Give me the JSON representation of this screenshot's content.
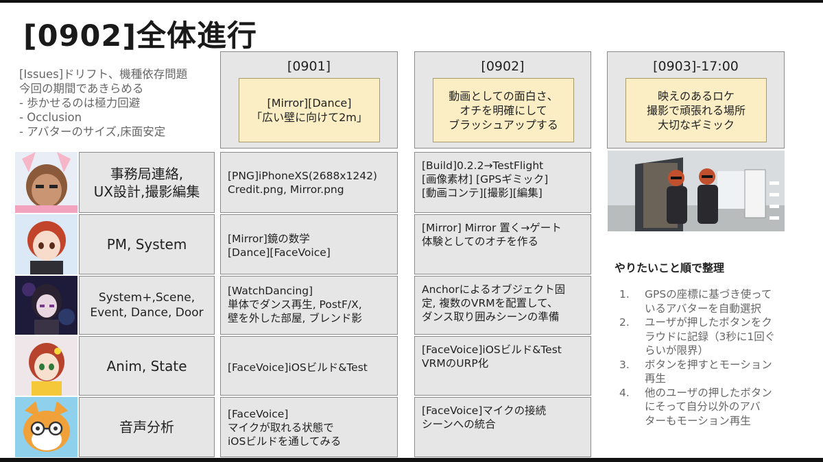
{
  "title": "[0902]全体進行",
  "issues": [
    "[Issues]ドリフト、機種依存問題",
    "今回の期間であきらめる",
    "- 歩かせるのは極力回避",
    "- Occlusion",
    "- アバターのサイズ,床面安定"
  ],
  "columns": [
    {
      "head": "[0901]",
      "note": [
        "[Mirror][Dance]",
        "「広い壁に向けて2m」"
      ]
    },
    {
      "head": "[0902]",
      "note": [
        "動画としての面白さ、",
        "オチを明確にして",
        "ブラッシュアップする"
      ]
    },
    {
      "head": "[0903]-17:00",
      "note": [
        "映えのあるロケ",
        "撮影で頑張れる場所",
        "大切なギミック"
      ]
    }
  ],
  "rows": [
    {
      "role": [
        "事務局連絡,",
        "UX設計,撮影編集"
      ],
      "c1": [
        "[PNG]iPhoneXS(2688x1242)",
        "Credit.png, Mirror.png"
      ],
      "c2": [
        "[Build]0.2.2→TestFlight",
        "[画像素材] [GPSギミック]",
        "[動画コンテ][撮影][編集]"
      ]
    },
    {
      "role": [
        "PM, System"
      ],
      "c1": [
        "[Mirror]鏡の数学",
        "[Dance][FaceVoice]"
      ],
      "c2": [
        "[Mirror] Mirror 置く→ゲート",
        "体験としてのオチを作る"
      ]
    },
    {
      "role": [
        "System+,Scene,",
        "Event, Dance, Door"
      ],
      "c1": [
        "[WatchDancing]",
        "単体でダンス再生, PostF/X,",
        "壁を外した部屋, ブレンド影"
      ],
      "c2": [
        "Anchorによるオブジェクト固",
        "定, 複数のVRMを配置して、",
        "ダンス取り囲みシーンの準備"
      ]
    },
    {
      "role": [
        "Anim, State"
      ],
      "c1": [
        "[FaceVoice]iOSビルド&Test"
      ],
      "c2": [
        "[FaceVoice]iOSビルド&Test",
        "VRMのURP化"
      ]
    },
    {
      "role": [
        "音声分析"
      ],
      "c1": [
        "[FaceVoice]",
        "マイクが取れる状態で",
        "iOSビルドを通してみる"
      ],
      "c2": [
        "[FaceVoice]マイクの接続",
        "シーンへの統合"
      ]
    }
  ],
  "priority": {
    "title": "やりたいこと順で整理",
    "items": [
      {
        "num": "1.",
        "lines": [
          "GPSの座標に基づき使って",
          "いるアバターを自動選択"
        ]
      },
      {
        "num": "2.",
        "lines": [
          "ユーザが押したボタンをク",
          "ラウドに記録（3秒に1回ぐ",
          "らいが限界）"
        ]
      },
      {
        "num": "3.",
        "lines": [
          "ボタンを押すとモーション",
          "再生"
        ]
      },
      {
        "num": "4.",
        "lines": [
          "他のユーザの押したボタン",
          "にそって自分以外のアバ",
          "ターもモーション再生"
        ]
      }
    ]
  }
}
